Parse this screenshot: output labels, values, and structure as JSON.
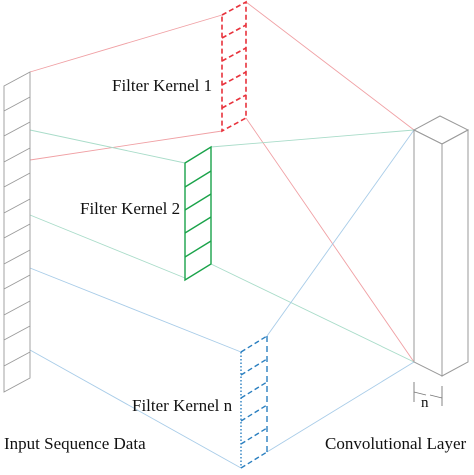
{
  "labels": {
    "filter_kernel_1": "Filter Kernel 1",
    "filter_kernel_2": "Filter Kernel 2",
    "filter_kernel_n": "Filter Kernel n",
    "input_sequence": "Input Sequence Data",
    "conv_layer": "Convolutional Layer",
    "n": "n"
  },
  "colors": {
    "kernel_1": "#e8323c",
    "kernel_1_lines": "#f0a0a4",
    "kernel_2": "#1aa34a",
    "kernel_2_lines": "#a9dcc9",
    "kernel_n": "#2a7fc0",
    "kernel_n_lines": "#a8cce8",
    "structure": "#9a9a9a"
  }
}
